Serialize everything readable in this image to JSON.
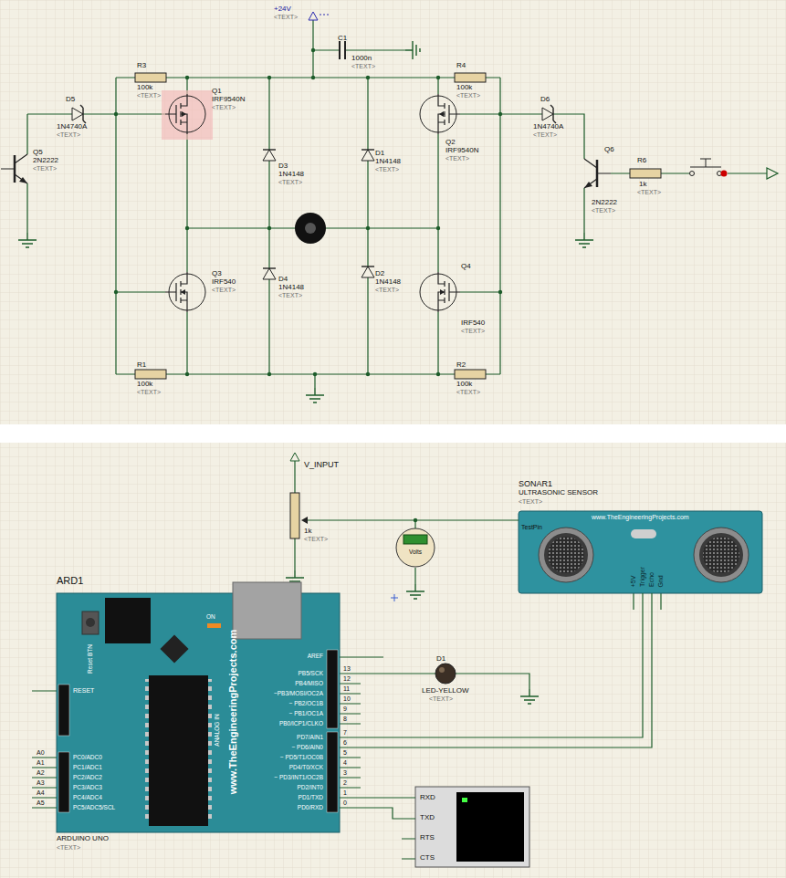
{
  "diagram": {
    "nodes": [
      {
        "text": [
          "ARD1",
          "www.TheEngineeringProjects.com",
          "ARDUINO UNO",
          "<TEXT>"
        ]
      },
      {
        "text": [
          "SONAR1",
          "ULTRASONIC SENSOR",
          "<TEXT>",
          "www.TheEngineeringProjects.com"
        ]
      },
      {
        "text": [
          "RXD",
          "TXD",
          "RTS",
          "CTS"
        ]
      },
      {
        "text": [
          "Volts"
        ]
      }
    ],
    "edges": [
      {
        "from": 0,
        "to": 1,
        "arrow": "none"
      },
      {
        "from": 0,
        "to": 1,
        "arrow": "none"
      },
      {
        "from": 0,
        "to": 2,
        "arrow": "none"
      },
      {
        "from": 0,
        "to": 2,
        "arrow": "none"
      },
      {
        "from": 3,
        "to": 1,
        "arrow": "none"
      }
    ],
    "labels": [
      "+24V",
      "<TEXT>",
      "C1",
      "1000n",
      "<TEXT>",
      "R3",
      "100k",
      "<TEXT>",
      "R4",
      "100k",
      "<TEXT>",
      "D5",
      "1N4740A",
      "<TEXT>",
      "Q5",
      "2N2222",
      "<TEXT>",
      "Q1",
      "IRF9540N",
      "<TEXT>",
      "D3",
      "1N4148",
      "<TEXT>",
      "D1",
      "1N4148",
      "<TEXT>",
      "Q2",
      "IRF9540N",
      "<TEXT>",
      "D6",
      "1N4740A",
      "<TEXT>",
      "Q6",
      "2N2222",
      "<TEXT>",
      "R6",
      "1k",
      "<TEXT>",
      "Q3",
      "IRF540",
      "<TEXT>",
      "D4",
      "1N4148",
      "<TEXT>",
      "D2",
      "1N4148",
      "<TEXT>",
      "Q4",
      "IRF540",
      "<TEXT>",
      "R1",
      "100k",
      "<TEXT>",
      "R2",
      "100k",
      "<TEXT>",
      "V_INPUT",
      "1k",
      "<TEXT>",
      "TestPin",
      "+5V",
      "Trigger",
      "Echo",
      "Gnd",
      "RESET",
      "AREF",
      "PB5/SCK",
      "13",
      "PB4/MISO",
      "12",
      "~PB3/MOSI/OC2A",
      "11",
      "~ PB2/OC1B",
      "10",
      "~ PB1/OC1A",
      "9",
      "PB0/ICP1/CLKO",
      "8",
      "PD7/AIN1",
      "7",
      "~ PD6/AIN0",
      "6",
      "~ PD5/T1/OC0B",
      "5",
      "PD4/T0/XCK",
      "4",
      "~ PD3/INT1/OC2B",
      "3",
      "PD2/INT0",
      "2",
      "PD1/TXD",
      "1",
      "PD0/RXD",
      "0",
      "A0",
      "PC0/ADC0",
      "A1",
      "PC1/ADC1",
      "A2",
      "PC2/ADC2",
      "A3",
      "PC3/ADC3",
      "A4",
      "PC4/ADC4",
      "A5",
      "PC5/ADC5/SCL",
      "Reset BTN",
      "ON",
      "ANALOG IN",
      "D1",
      "LED-YELLOW",
      "<TEXT>"
    ]
  }
}
